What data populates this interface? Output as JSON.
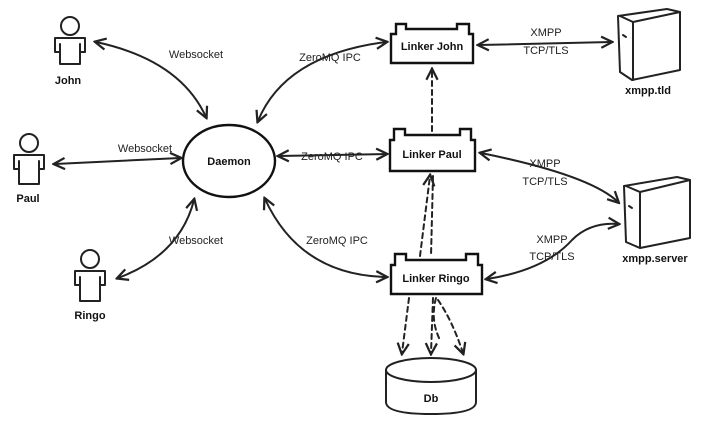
{
  "users": {
    "john": "John",
    "paul": "Paul",
    "ringo": "Ringo"
  },
  "daemon": "Daemon",
  "linkers": {
    "john": "Linker John",
    "paul": "Linker Paul",
    "ringo": "Linker Ringo"
  },
  "servers": {
    "tld": "xmpp.tld",
    "server": "xmpp.server"
  },
  "db": "Db",
  "edges": {
    "websocket_john": "Websocket",
    "websocket_paul": "Websocket",
    "websocket_ringo": "Websocket",
    "zmq_john": "ZeroMQ IPC",
    "zmq_paul": "ZeroMQ IPC",
    "zmq_ringo": "ZeroMQ IPC",
    "xmpp_john_1": "XMPP",
    "xmpp_john_2": "TCP/TLS",
    "xmpp_paul_1": "XMPP",
    "xmpp_paul_2": "TCP/TLS",
    "xmpp_ringo_1": "XMPP",
    "xmpp_ringo_2": "TCP/TLS"
  }
}
